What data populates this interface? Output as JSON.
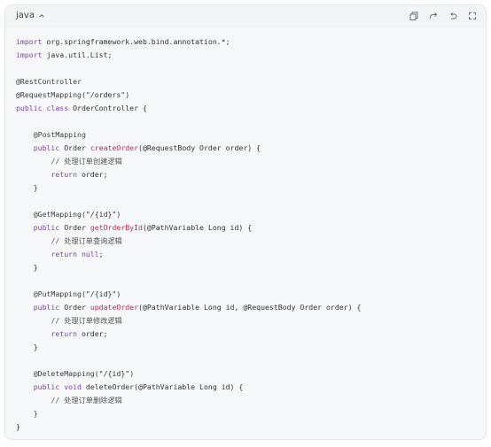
{
  "code_block": {
    "language": "java",
    "toolbar_icons": [
      "copy-icon",
      "share-icon",
      "undo-icon",
      "expand-icon"
    ],
    "lines": [
      [
        {
          "t": "kw",
          "v": "import"
        },
        {
          "t": "txt",
          "v": " org.springframework.web.bind.annotation.*;"
        }
      ],
      [
        {
          "t": "kw",
          "v": "import"
        },
        {
          "t": "txt",
          "v": " java.util.List;"
        }
      ],
      [],
      [
        {
          "t": "ann",
          "v": "@RestController"
        }
      ],
      [
        {
          "t": "ann",
          "v": "@RequestMapping("
        },
        {
          "t": "str",
          "v": "\"/orders\""
        },
        {
          "t": "ann",
          "v": ")"
        }
      ],
      [
        {
          "t": "kw",
          "v": "public"
        },
        {
          "t": "txt",
          "v": " "
        },
        {
          "t": "kw",
          "v": "class"
        },
        {
          "t": "txt",
          "v": " OrderController {"
        }
      ],
      [],
      [
        {
          "t": "txt",
          "v": "    "
        },
        {
          "t": "ann",
          "v": "@PostMapping"
        }
      ],
      [
        {
          "t": "txt",
          "v": "    "
        },
        {
          "t": "kw",
          "v": "public"
        },
        {
          "t": "txt",
          "v": " Order "
        },
        {
          "t": "fn",
          "v": "createOrder"
        },
        {
          "t": "txt",
          "v": "(@RequestBody Order order) {"
        }
      ],
      [
        {
          "t": "txt",
          "v": "        "
        },
        {
          "t": "cm",
          "v": "// 处理订单创建逻辑"
        }
      ],
      [
        {
          "t": "txt",
          "v": "        "
        },
        {
          "t": "kw",
          "v": "return"
        },
        {
          "t": "txt",
          "v": " order;"
        }
      ],
      [
        {
          "t": "txt",
          "v": "    }"
        }
      ],
      [],
      [
        {
          "t": "txt",
          "v": "    "
        },
        {
          "t": "ann",
          "v": "@GetMapping("
        },
        {
          "t": "str",
          "v": "\"/{id}\""
        },
        {
          "t": "ann",
          "v": ")"
        }
      ],
      [
        {
          "t": "txt",
          "v": "    "
        },
        {
          "t": "kw",
          "v": "public"
        },
        {
          "t": "txt",
          "v": " Order "
        },
        {
          "t": "fn",
          "v": "getOrderById"
        },
        {
          "t": "txt",
          "v": "(@PathVariable Long id) {"
        }
      ],
      [
        {
          "t": "txt",
          "v": "        "
        },
        {
          "t": "cm",
          "v": "// 处理订单查询逻辑"
        }
      ],
      [
        {
          "t": "txt",
          "v": "        "
        },
        {
          "t": "kw",
          "v": "return"
        },
        {
          "t": "txt",
          "v": " "
        },
        {
          "t": "kw",
          "v": "null"
        },
        {
          "t": "txt",
          "v": ";"
        }
      ],
      [
        {
          "t": "txt",
          "v": "    }"
        }
      ],
      [],
      [
        {
          "t": "txt",
          "v": "    "
        },
        {
          "t": "ann",
          "v": "@PutMapping("
        },
        {
          "t": "str",
          "v": "\"/{id}\""
        },
        {
          "t": "ann",
          "v": ")"
        }
      ],
      [
        {
          "t": "txt",
          "v": "    "
        },
        {
          "t": "kw",
          "v": "public"
        },
        {
          "t": "txt",
          "v": " Order "
        },
        {
          "t": "fn",
          "v": "updateOrder"
        },
        {
          "t": "txt",
          "v": "(@PathVariable Long id, @RequestBody Order order) {"
        }
      ],
      [
        {
          "t": "txt",
          "v": "        "
        },
        {
          "t": "cm",
          "v": "// 处理订单修改逻辑"
        }
      ],
      [
        {
          "t": "txt",
          "v": "        "
        },
        {
          "t": "kw",
          "v": "return"
        },
        {
          "t": "txt",
          "v": " order;"
        }
      ],
      [
        {
          "t": "txt",
          "v": "    }"
        }
      ],
      [],
      [
        {
          "t": "txt",
          "v": "    "
        },
        {
          "t": "ann",
          "v": "@DeleteMapping("
        },
        {
          "t": "str",
          "v": "\"/{id}\""
        },
        {
          "t": "ann",
          "v": ")"
        }
      ],
      [
        {
          "t": "txt",
          "v": "    "
        },
        {
          "t": "kw",
          "v": "public"
        },
        {
          "t": "txt",
          "v": " "
        },
        {
          "t": "kw",
          "v": "void"
        },
        {
          "t": "txt",
          "v": " deleteOrder(@PathVariable Long id) {"
        }
      ],
      [
        {
          "t": "txt",
          "v": "        "
        },
        {
          "t": "cm",
          "v": "// 处理订单删除逻辑"
        }
      ],
      [
        {
          "t": "txt",
          "v": "    }"
        }
      ],
      [
        {
          "t": "txt",
          "v": "}"
        }
      ]
    ]
  },
  "colors": {
    "keyword": "#7b3fb2",
    "function": "#c7254e",
    "text": "#2f3338",
    "background": "#f7f8fa"
  }
}
